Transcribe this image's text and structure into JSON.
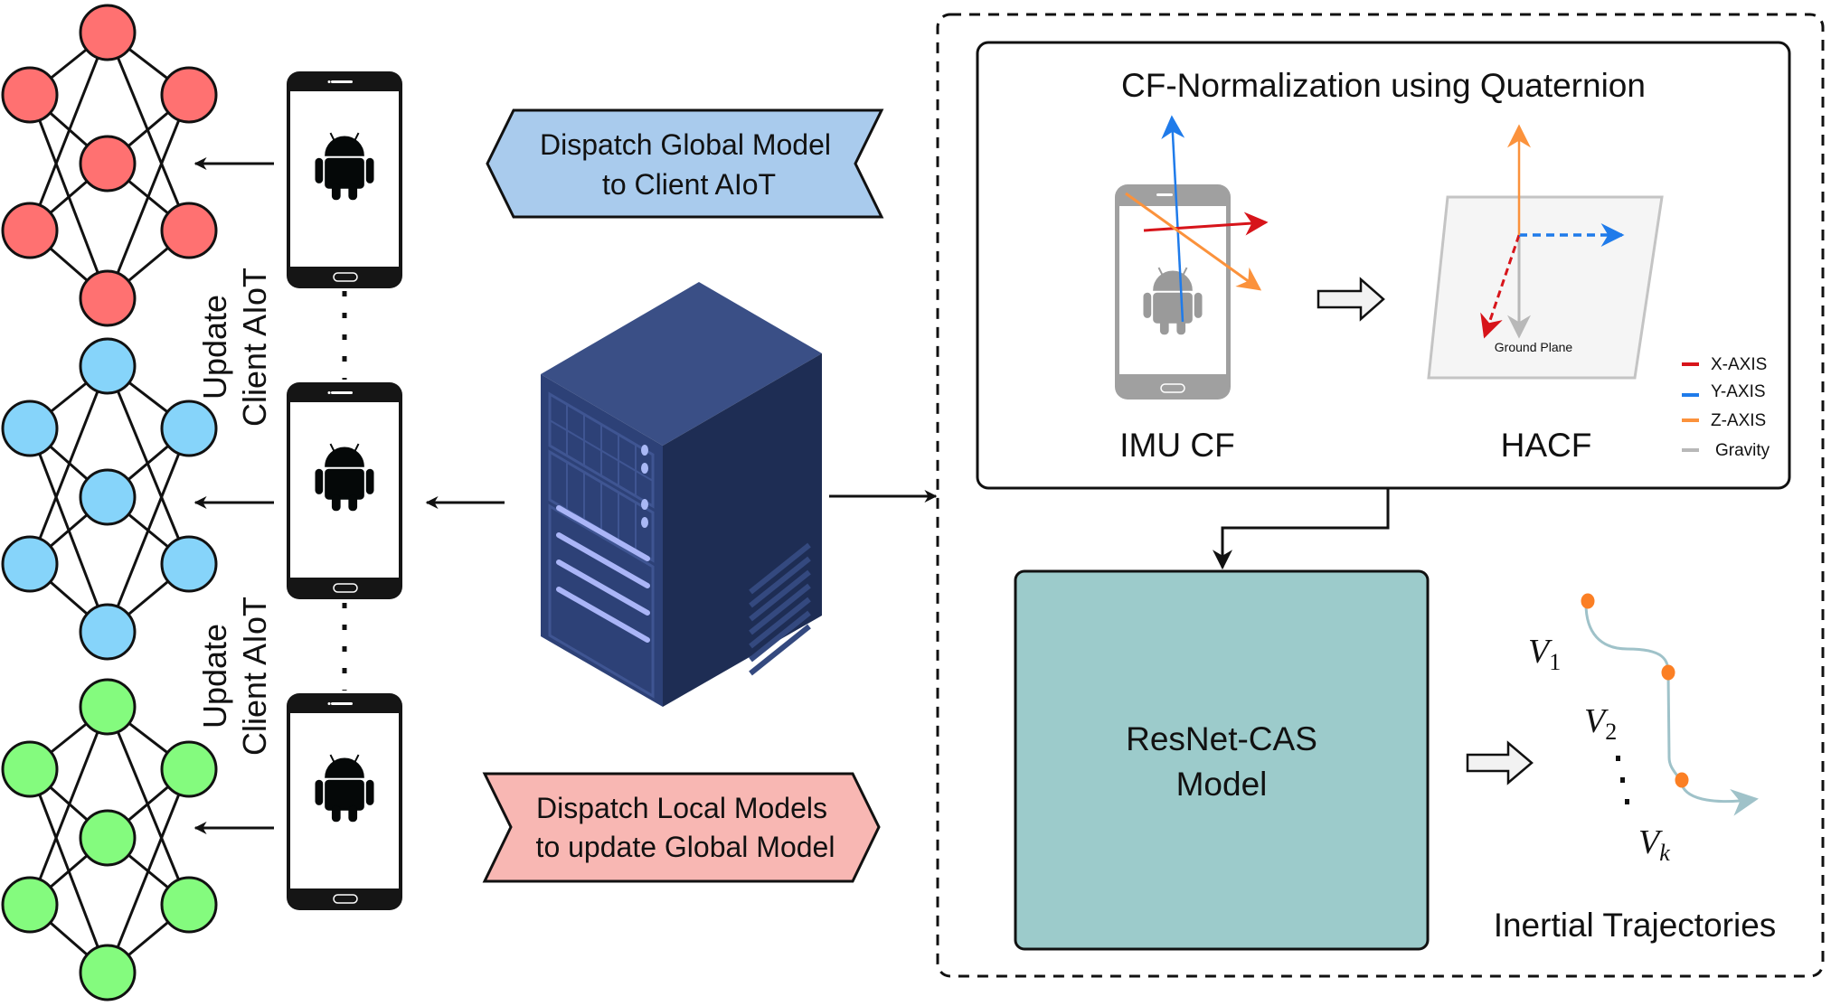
{
  "colors": {
    "nn_red": "#ff7171",
    "nn_blue": "#86d4fa",
    "nn_green": "#84fb7e",
    "global_banner": "#a9cbed",
    "local_banner": "#f8b7b3",
    "resnet_fill": "#9ccbcb",
    "x_axis": "#d7141a",
    "y_axis": "#1f7bea",
    "z_axis": "#fb923c",
    "gravity": "#b8b8b8",
    "server_top": "#3a4f86",
    "server_left": "#2d4177",
    "server_right": "#1e2d54",
    "trajectory": "#9fc2c9",
    "trajectory_dot": "#fb7f24"
  },
  "clients": [
    {
      "id": "client-1",
      "color_key": "nn_red"
    },
    {
      "id": "client-2",
      "color_key": "nn_blue"
    },
    {
      "id": "client-3",
      "color_key": "nn_green"
    }
  ],
  "update_labels": [
    {
      "line1": "Update",
      "line2": "Client AIoT"
    },
    {
      "line1": "Update",
      "line2": "Client AIoT"
    }
  ],
  "banners": {
    "global": {
      "line1": "Dispatch Global Model",
      "line2": "to Client AIoT"
    },
    "local": {
      "line1": "Dispatch Local Models",
      "line2": "to update Global Model"
    }
  },
  "cf_panel": {
    "title": "CF-Normalization using Quaternion",
    "imu_label": "IMU CF",
    "hacf_label": "HACF",
    "ground_plane_label": "Ground Plane",
    "legend": [
      {
        "label": "X-AXIS",
        "color_key": "x_axis"
      },
      {
        "label": "Y-AXIS",
        "color_key": "y_axis"
      },
      {
        "label": "Z-AXIS",
        "color_key": "z_axis"
      },
      {
        "label": "Gravity",
        "color_key": "gravity"
      }
    ]
  },
  "model": {
    "line1": "ResNet-CAS",
    "line2": "Model"
  },
  "trajectory": {
    "labels": {
      "v1": "V",
      "v1_sub": "1",
      "v2": "V",
      "v2_sub": "2",
      "vk": "V",
      "vk_sub": "k"
    },
    "caption": "Inertial Trajectories"
  }
}
